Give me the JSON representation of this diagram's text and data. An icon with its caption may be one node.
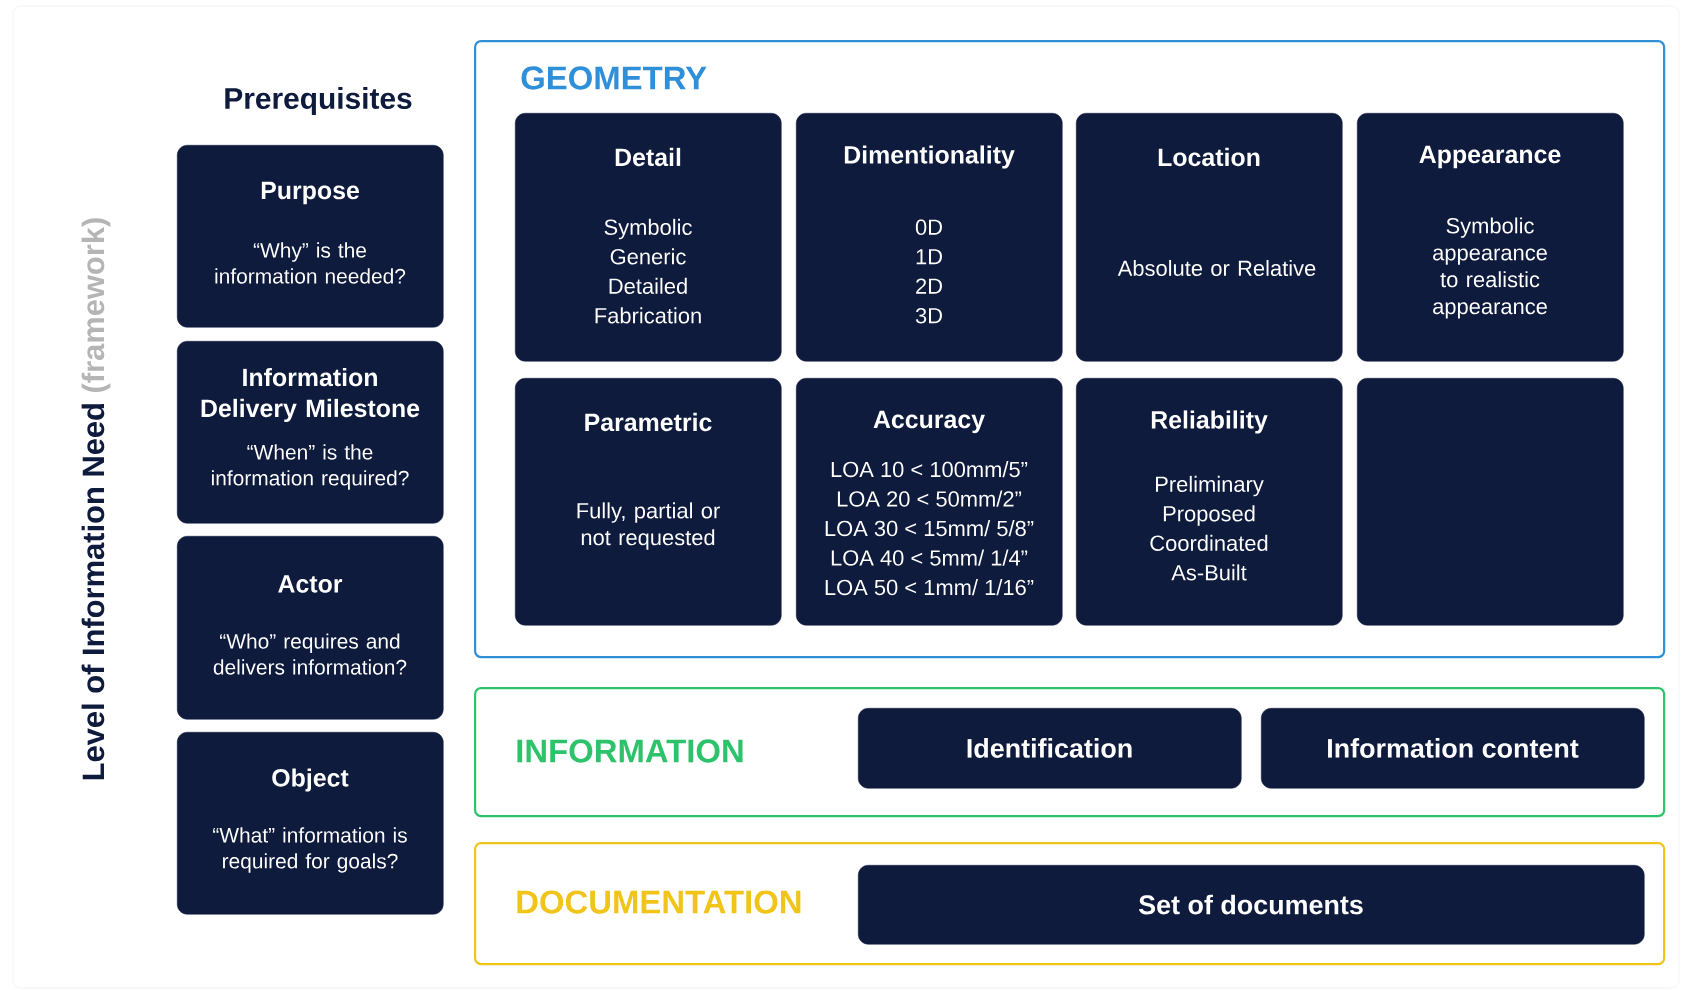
{
  "diagram": {
    "nodes": [
      {
        "text": [
          "Purpose",
          "“Why” is the information needed?"
        ]
      },
      {
        "text": [
          "Information Delivery Milestone",
          "“When” is the information required?"
        ]
      },
      {
        "text": [
          "Actor",
          "“Who” requires and delivers information?"
        ]
      },
      {
        "text": [
          "Object",
          "“What” information is required for goals?"
        ]
      },
      {
        "text": [
          "GEOMETRY"
        ]
      },
      {
        "text": [
          "Detail",
          "Symbolic",
          "Generic",
          "Detailed",
          "Fabrication"
        ],
        "in": 4
      },
      {
        "text": [
          "Dimentionality",
          "0D",
          "1D",
          "2D",
          "3D"
        ],
        "in": 4
      },
      {
        "text": [
          "Location",
          "Absolute or Relative"
        ],
        "in": 4
      },
      {
        "text": [
          "Appearance",
          "Symbolic appearance to realistic appearance"
        ],
        "in": 4
      },
      {
        "text": [
          "Parametric",
          "Fully, partial or not requested"
        ],
        "in": 4
      },
      {
        "text": [
          "Accuracy",
          "LOA 10 < 100mm/5”",
          "LOA 20 < 50mm/2”",
          "LOA 30 < 15mm/ 5/8”",
          "LOA 40 < 5mm/ 1/4”",
          "LOA 50 < 1mm/ 1/16”"
        ],
        "in": 4
      },
      {
        "text": [
          "Reliability",
          "Preliminary",
          "Proposed",
          "Coordinated",
          "As-Built"
        ],
        "in": 4
      },
      {
        "text": [],
        "shape": "box",
        "in": 4
      },
      {
        "text": [
          "INFORMATION"
        ]
      },
      {
        "text": [
          "Identification"
        ],
        "in": 13
      },
      {
        "text": [
          "Information content"
        ],
        "in": 13
      },
      {
        "text": [
          "DOCUMENTATION"
        ]
      },
      {
        "text": [
          "Set of documents"
        ],
        "in": 16
      }
    ],
    "labels": [
      "Level of Information Need",
      "(framework)",
      "Prerequisites"
    ]
  }
}
